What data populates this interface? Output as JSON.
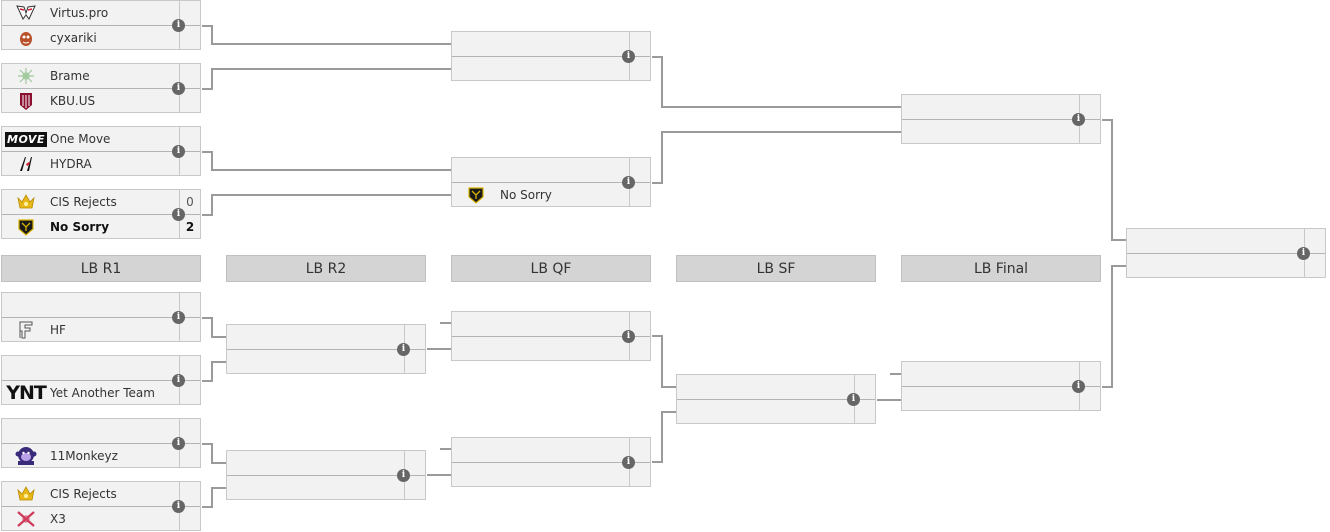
{
  "rounds": [
    "LB R1",
    "LB R2",
    "LB QF",
    "LB SF",
    "LB Final"
  ],
  "matches": {
    "ub1": {
      "t1": {
        "name": "Virtus.pro",
        "logo": "virtus-pro-logo",
        "score": ""
      },
      "t2": {
        "name": "cyxariki",
        "logo": "cyxariki-logo",
        "score": ""
      }
    },
    "ub2": {
      "t1": {
        "name": "Brame",
        "logo": "brame-logo",
        "score": ""
      },
      "t2": {
        "name": "KBU.US",
        "logo": "kbu-us-logo",
        "score": ""
      }
    },
    "ub3": {
      "t1": {
        "name": "One Move",
        "logo": "one-move-logo",
        "logo_text": "MOVE",
        "score": ""
      },
      "t2": {
        "name": "HYDRA",
        "logo": "hydra-logo",
        "score": ""
      }
    },
    "ub4": {
      "t1": {
        "name": "CIS Rejects",
        "logo": "cis-rejects-logo",
        "score": "0"
      },
      "t2": {
        "name": "No Sorry",
        "logo": "no-sorry-logo",
        "score": "2"
      }
    },
    "uq2": {
      "t1": {
        "name": "",
        "score": ""
      },
      "t2": {
        "name": "No Sorry",
        "logo": "no-sorry-logo",
        "score": ""
      }
    },
    "lb1": {
      "t1": {
        "name": "",
        "score": ""
      },
      "t2": {
        "name": "HF",
        "logo": "hf-logo",
        "score": ""
      }
    },
    "lb2": {
      "t1": {
        "name": "",
        "score": ""
      },
      "t2": {
        "name": "Yet Another Team",
        "logo": "yet-another-team-logo",
        "logo_text": "YNT",
        "score": ""
      }
    },
    "lb3": {
      "t1": {
        "name": "",
        "score": ""
      },
      "t2": {
        "name": "11Monkeyz",
        "logo": "11monkeyz-logo",
        "score": ""
      }
    },
    "lb4": {
      "t1": {
        "name": "CIS Rejects",
        "logo": "cis-rejects-logo",
        "score": ""
      },
      "t2": {
        "name": "X3",
        "logo": "x3-logo",
        "score": ""
      }
    }
  },
  "colors": {
    "match_bg": "#f2f2f2",
    "header_bg": "#d4d4d4",
    "connector": "#9a9a9a",
    "info_icon": "#666666"
  }
}
